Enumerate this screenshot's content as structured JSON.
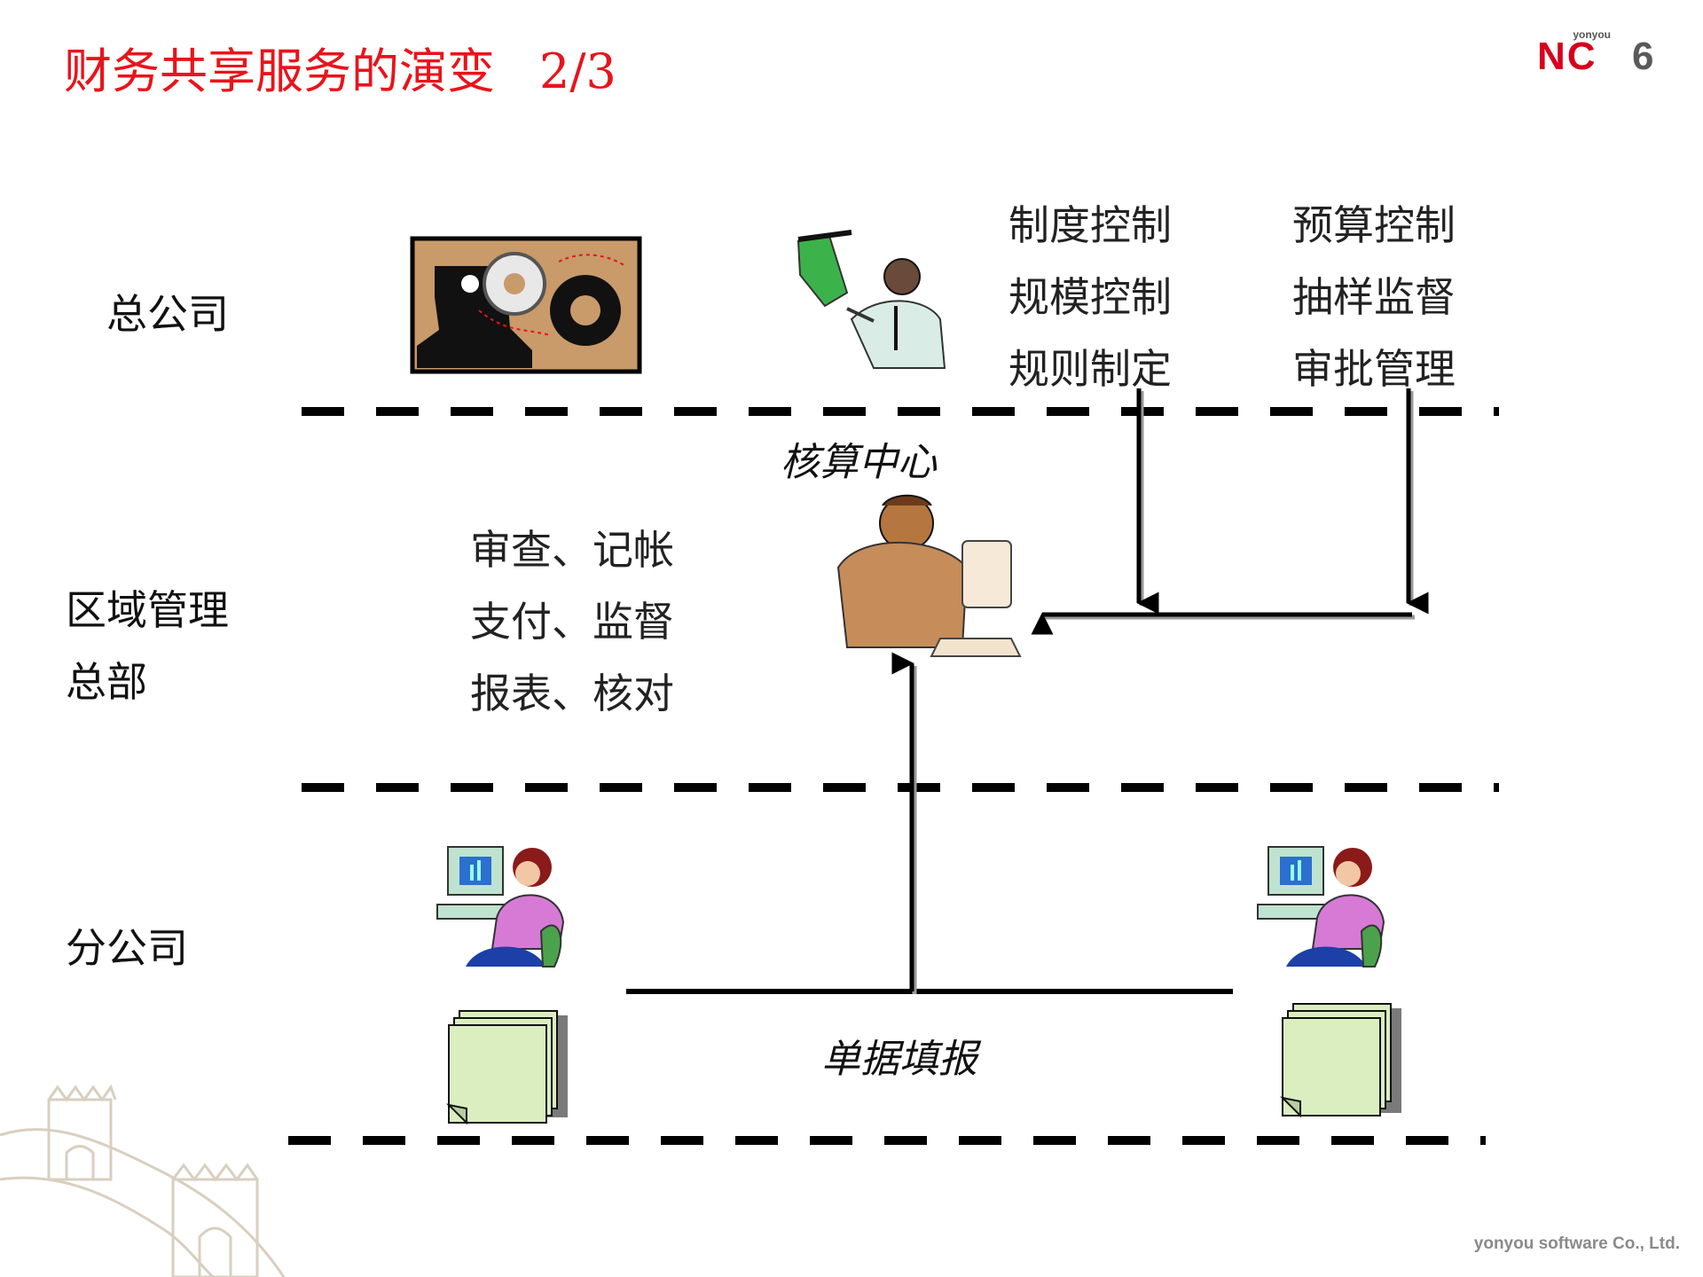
{
  "slide": {
    "title": "财务共享服务的演变",
    "page_indicator": "2/3",
    "brand": {
      "small": "yonyou",
      "main": "NC6"
    },
    "footer": "yonyou software Co., Ltd."
  },
  "tiers": {
    "head_office": "总公司",
    "regional_line1": "区域管理",
    "regional_line2": "总部",
    "branch": "分公司"
  },
  "hq_controls": {
    "left": [
      "制度控制",
      "规模控制",
      "规则制定"
    ],
    "right": [
      "预算控制",
      "抽样监督",
      "审批管理"
    ]
  },
  "center": {
    "label": "核算中心",
    "functions": [
      "审查、记帐",
      "支付、监督",
      "报表、核对"
    ]
  },
  "branch_flow": {
    "label": "单据填报"
  },
  "colors": {
    "title": "#e8141b",
    "logo": "#d6001c",
    "note_fill": "#dbeec0"
  },
  "icons": [
    "presentation-gears-clipart",
    "teacher-board-clipart",
    "accountant-computer-clipart",
    "clerk-computer-clipart",
    "document-stack-icon",
    "great-wall-watermark"
  ]
}
